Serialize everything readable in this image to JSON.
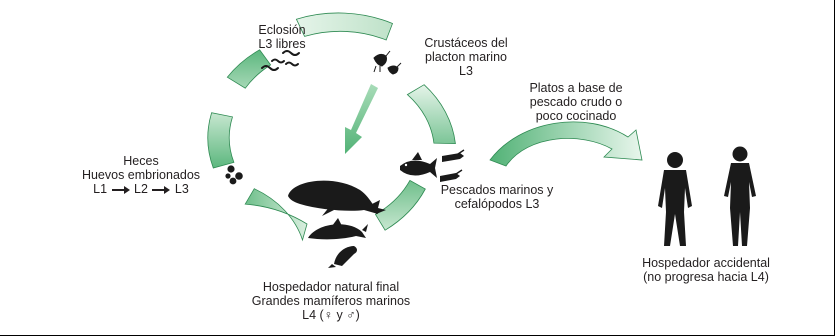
{
  "diagram": {
    "labels": {
      "hatch": [
        "Eclosión",
        "L3 libres"
      ],
      "crustaceans": [
        "Crustáceos del",
        "placton marino",
        "L3"
      ],
      "platos": [
        "Platos a base de",
        "pescado crudo o",
        "poco cocinado"
      ],
      "feces": {
        "line1": "Heces",
        "line2": "Huevos embrionados",
        "stage1": "L1",
        "stage2": "L2",
        "stage3": "L3"
      },
      "fish": [
        "Pescados marinos y",
        "cefalópodos L3"
      ],
      "natural_host": [
        "Hospedador natural final",
        "Grandes mamíferos marinos",
        "L4 (♀ y ♂)"
      ],
      "accidental_host": [
        "Hospedador accidental",
        "(no progresa hacia L4)"
      ]
    },
    "colors": {
      "arc_dark": "#5cb77e",
      "arc_light": "#dbf0e0",
      "arc_stroke": "#2e8a52",
      "silhouette": "#1a1a1a",
      "text": "#231f20"
    },
    "icons": [
      "larvae-icon",
      "crustacean-icon",
      "eggs-icon",
      "fish-icon",
      "squid-icon",
      "whale-icon",
      "dolphin-icon",
      "seal-icon",
      "man-icon",
      "woman-icon"
    ]
  }
}
